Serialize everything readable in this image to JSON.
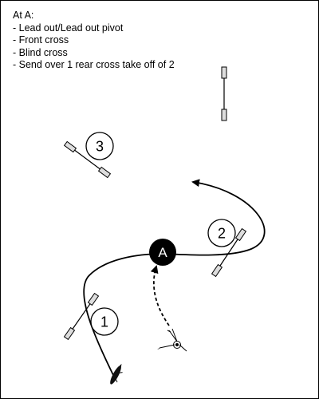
{
  "notes": {
    "heading": "At A:",
    "items": [
      "- Lead out/Lead out pivot",
      "- Front cross",
      "- Blind cross",
      "- Send over 1 rear cross take off of 2"
    ]
  },
  "markers": {
    "one": "1",
    "two": "2",
    "three": "3",
    "handler_point": "A"
  },
  "colors": {
    "ink": "#000000",
    "paper": "#ffffff"
  }
}
